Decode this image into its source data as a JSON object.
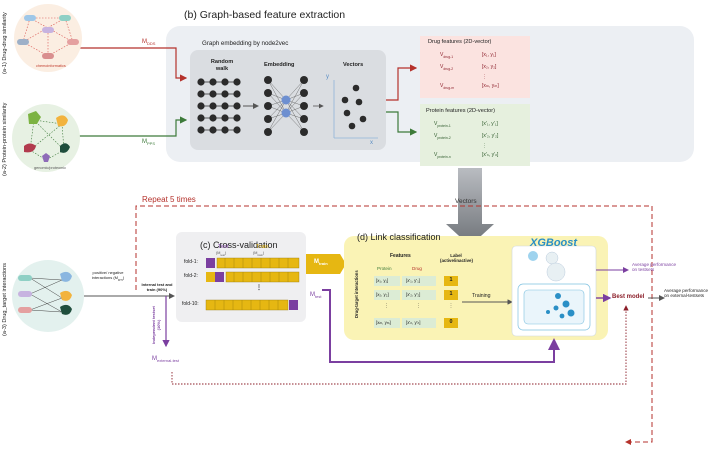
{
  "panels": {
    "a1_label": "(a-1) Drug-drug similarity",
    "a1_caption": "chemoinformatics",
    "a2_label": "(a-2) Protein-protein similarity",
    "a2_caption": "genomic/proteomic",
    "a3_label": "(a-3) Drug_target interactions",
    "b_title": "(b) Graph-based feature extraction",
    "c_title": "(c) Cross-validation",
    "d_title": "(d) Link classification"
  },
  "graph": {
    "embedding_title": "Graph embedding by  node2vec",
    "random_walk": "Random walk",
    "embedding": "Embedding",
    "vectors": "Vectors",
    "axis_y": "y",
    "axis_x": "x",
    "mdds": "M",
    "mdds_sub": "DDS",
    "mpps": "M",
    "mpps_sub": "PPS"
  },
  "drug_features": {
    "title": "Drug features (2D-vector)",
    "rows": [
      {
        "v": "V",
        "sub": "drug-1",
        "val": "[x₁, y₁]"
      },
      {
        "v": "V",
        "sub": "drug-2",
        "val": "[x₂, y₂]"
      },
      {
        "v": "",
        "sub": "",
        "val": "⋮"
      },
      {
        "v": "V",
        "sub": "drug-m",
        "val": "[xₘ, yₘ]"
      }
    ]
  },
  "protein_features": {
    "title": "Protein features (2D-vector)",
    "rows": [
      {
        "v": "V",
        "sub": "protein-1",
        "val": "[x'₁, y'₁]"
      },
      {
        "v": "V",
        "sub": "protein-2",
        "val": "[x'₂, y'₂]"
      },
      {
        "v": "",
        "sub": "",
        "val": "⋮"
      },
      {
        "v": "V",
        "sub": "protein-n",
        "val": "[x'ₙ, y'ₙ]"
      }
    ]
  },
  "flow": {
    "vectors_arrow": "Vectors",
    "repeat": "Repeat 5 times",
    "interactions": "positive/ negative interactions (M",
    "interactions_sub": "DTI",
    "internal": "Internal test and train (90%)",
    "independent": "Independent testset (10%)",
    "m_external": "M",
    "m_external_sub": "external-test",
    "m_train": "M",
    "m_train_sub": "train",
    "m_test": "M",
    "m_test_sub": "test"
  },
  "cv": {
    "test_label": "Test",
    "test_sub": "(M",
    "test_subsub": "test",
    "train_label": "Train",
    "train_subsub": "train",
    "folds": [
      "fold-1:",
      "fold-2:",
      "⋮",
      "fold-10:"
    ]
  },
  "link": {
    "features": "Features",
    "label_header": "Label (active/inactive)",
    "protein": "Protein",
    "drug": "Drug",
    "side_label": "Drug-target interactions",
    "rows": [
      {
        "protein": "[x₁, y₁]",
        "drug": "[x'₁, y'₁]",
        "label": "1"
      },
      {
        "protein": "[x₂, y₂]",
        "drug": "[x'₂, y'₂]",
        "label": "1"
      },
      {
        "protein": "⋮",
        "drug": "⋮",
        "label": "⋮"
      },
      {
        "protein": "[xₘ, yₘ]",
        "drug": "[x'ₙ, y'ₙ]",
        "label": "0"
      }
    ],
    "training": "Training",
    "xgboost": "XGBoost",
    "avg_testsets": "Average performance on testsets",
    "best_model": "Best model",
    "avg_external": "Average performance on external-testsets"
  },
  "colors": {
    "red": "#b5322c",
    "green": "#3d7a3a",
    "purple": "#7b3fa0",
    "yellow_panel": "#faf3b5",
    "gold": "#e6b712",
    "gray_panel": "#eceff3",
    "xgboost_blue": "#2a8fc6"
  }
}
